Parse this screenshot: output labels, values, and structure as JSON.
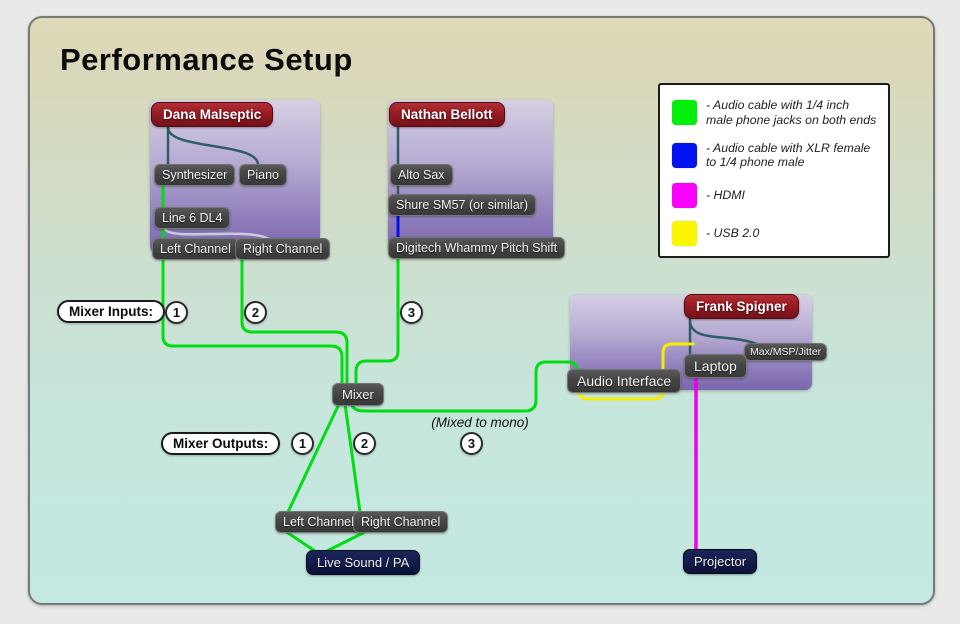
{
  "title": "Performance Setup",
  "legend": {
    "items": [
      {
        "color": "#00f00c",
        "label": "- Audio cable with 1/4 inch male phone jacks on both ends"
      },
      {
        "color": "#0013ee",
        "label": "- Audio cable with XLR female to 1/4 phone male"
      },
      {
        "color": "#fb00fb",
        "label": "- HDMI"
      },
      {
        "color": "#fcf600",
        "label": "- USB 2.0"
      }
    ]
  },
  "people": {
    "dana": {
      "name": "Dana Malseptic",
      "nodes": {
        "synthesizer": "Synthesizer",
        "piano": "Piano",
        "dl4": "Line 6 DL4",
        "left_channel": "Left Channel",
        "right_channel": "Right Channel"
      }
    },
    "nathan": {
      "name": "Nathan Bellott",
      "nodes": {
        "alto_sax": "Alto Sax",
        "mic": "Shure SM57 (or similar)",
        "whammy": "Digitech Whammy Pitch Shift"
      }
    },
    "frank": {
      "name": "Frank Spigner",
      "nodes": {
        "max_msp": "Max/MSP/Jitter",
        "laptop": "Laptop",
        "audio_interface": "Audio Interface"
      }
    }
  },
  "mixer": {
    "label": "Mixer",
    "inputs_label": "Mixer Inputs:",
    "outputs_label": "Mixer Outputs:",
    "input_numbers": [
      "1",
      "2",
      "3"
    ],
    "output_numbers": [
      "1",
      "2",
      "3"
    ],
    "mono_note": "(Mixed to mono)",
    "out_left_channel": "Left Channel",
    "out_right_channel": "Right Channel"
  },
  "sinks": {
    "live_sound": "Live Sound / PA",
    "projector": "Projector"
  },
  "cable_colors": {
    "quarter_inch": "#00dd12",
    "xlr": "#0013ee",
    "hdmi": "#ee00ee",
    "usb": "#f4ee00",
    "internal": "#2f5d66",
    "stereo_link": "#c9ccd8"
  }
}
